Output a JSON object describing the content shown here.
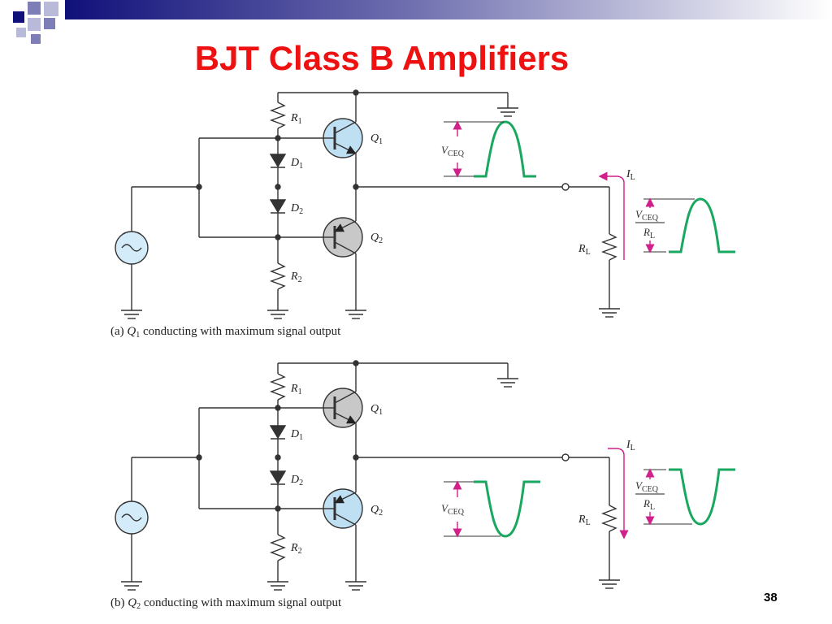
{
  "title": "BJT Class B Amplifiers",
  "slide_number": "38",
  "colors": {
    "title": "#ee1111",
    "signal": "#1aa860",
    "annotation": "#d0208a",
    "transistor_on": "#bfe0f2",
    "transistor_off": "#c8c8c8"
  },
  "diagram_a": {
    "caption_prefix": "(a)",
    "caption_device": "Q",
    "caption_device_sub": "1",
    "caption_rest": " conducting with maximum signal output",
    "labels": {
      "r1": "R",
      "r1_sub": "1",
      "r2": "R",
      "r2_sub": "2",
      "d1": "D",
      "d1_sub": "1",
      "d2": "D",
      "d2_sub": "2",
      "q1": "Q",
      "q1_sub": "1",
      "q2": "Q",
      "q2_sub": "2",
      "rl": "R",
      "rl_sub": "L",
      "il": "I",
      "il_sub": "L",
      "vceq": "V",
      "vceq_sub": "CEQ",
      "vceq_rl": "V",
      "vceq_rl_sub": "CEQ",
      "rl_frac": "R",
      "rl_frac_sub": "L"
    }
  },
  "diagram_b": {
    "caption_prefix": "(b)",
    "caption_device": "Q",
    "caption_device_sub": "2",
    "caption_rest": " conducting with maximum signal output",
    "labels": {
      "r1": "R",
      "r1_sub": "1",
      "r2": "R",
      "r2_sub": "2",
      "d1": "D",
      "d1_sub": "1",
      "d2": "D",
      "d2_sub": "2",
      "q1": "Q",
      "q1_sub": "1",
      "q2": "Q",
      "q2_sub": "2",
      "rl": "R",
      "rl_sub": "L",
      "il": "I",
      "il_sub": "L",
      "vceq": "V",
      "vceq_sub": "CEQ",
      "vceq_rl": "V",
      "vceq_rl_sub": "CEQ",
      "rl_frac": "R",
      "rl_frac_sub": "L"
    }
  }
}
